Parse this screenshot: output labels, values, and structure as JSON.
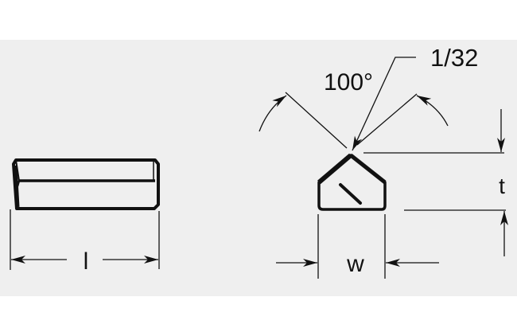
{
  "diagram": {
    "labels": {
      "chamfer": "1/32",
      "angle": "100°",
      "thickness": "t",
      "width": "w",
      "length": "l"
    },
    "colors": {
      "band": "#efefef",
      "ink": "#111111"
    }
  }
}
